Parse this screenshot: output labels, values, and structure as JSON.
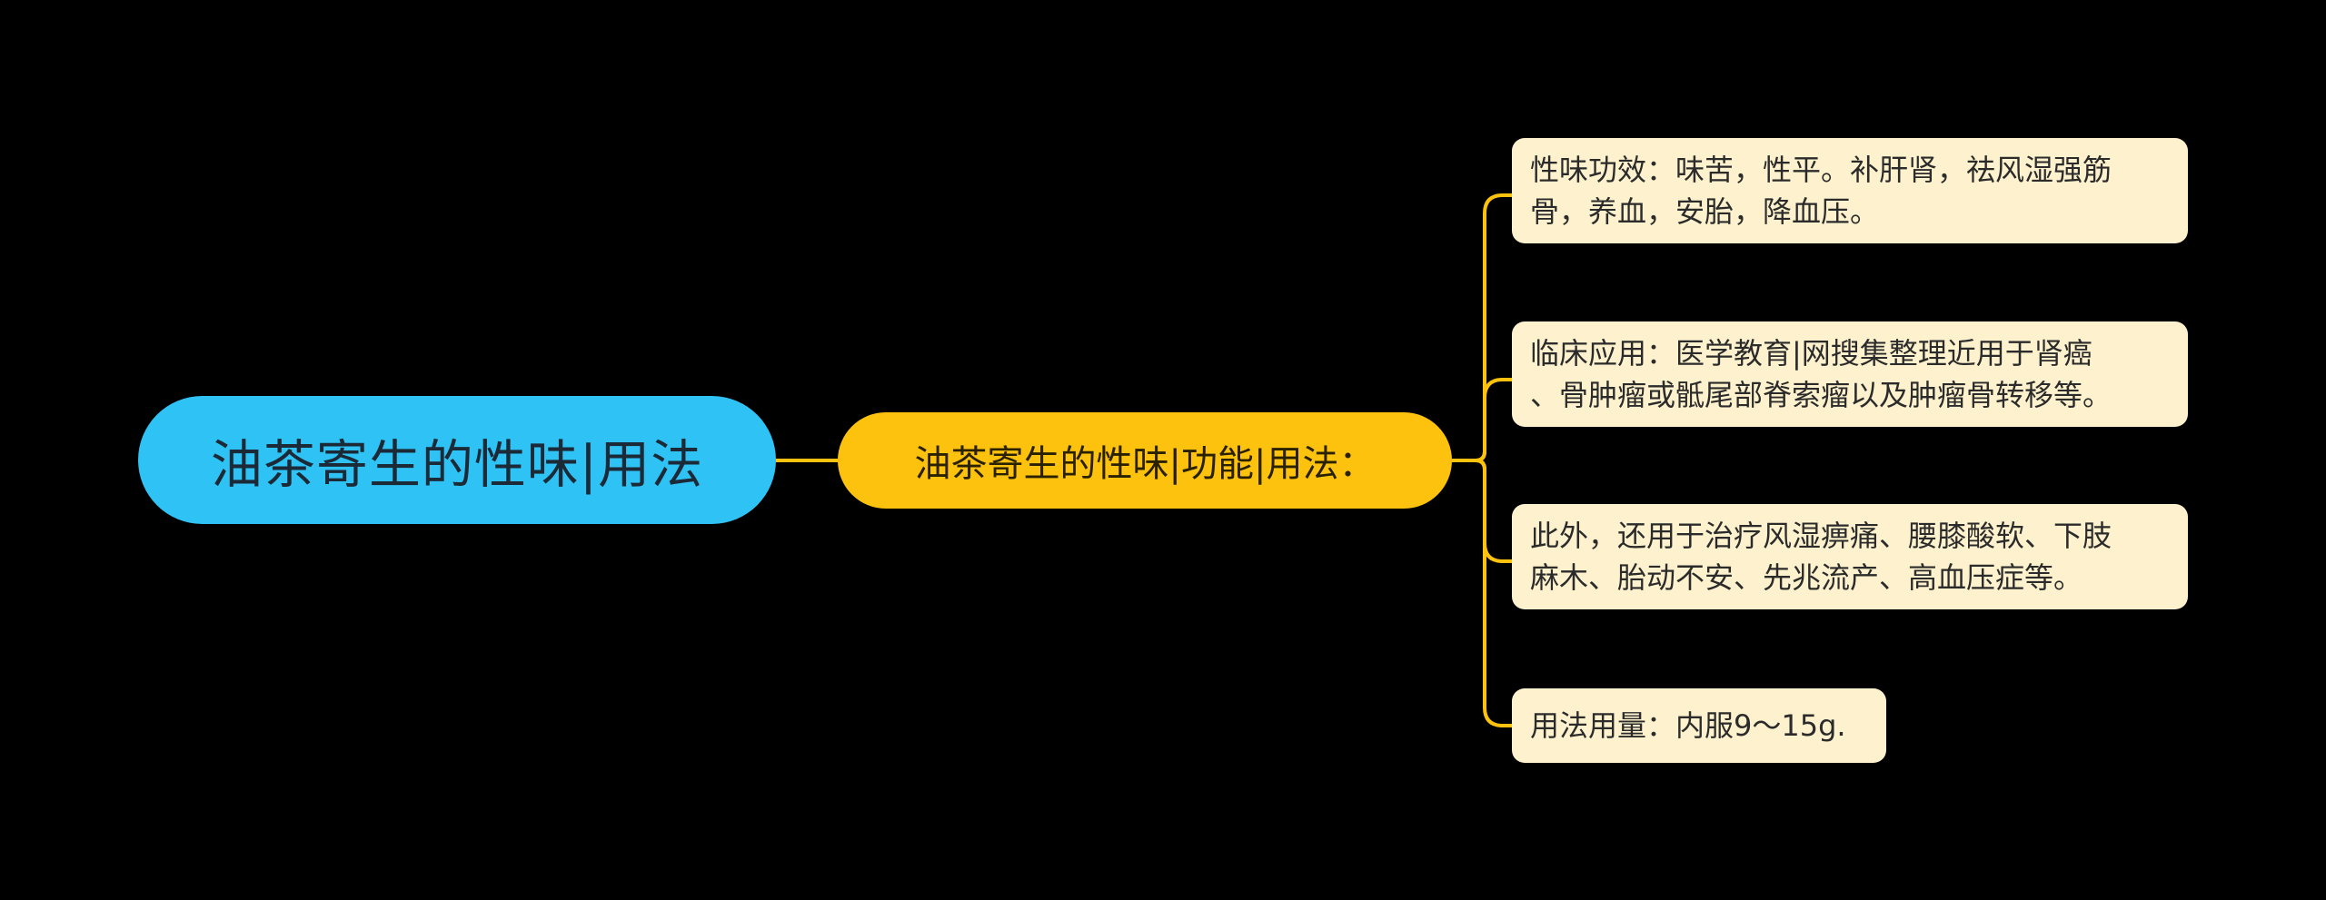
{
  "root": {
    "label": "油茶寄生的性味|用法"
  },
  "branch": {
    "label": "油茶寄生的性味|功能|用法："
  },
  "leaves": [
    {
      "line1": "性味功效：味苦，性平。补肝肾，祛风湿强筋",
      "line2": "骨，养血，安胎，降血压。"
    },
    {
      "line1": "临床应用：医学教育|网搜集整理近用于肾癌",
      "line2": "、骨肿瘤或骶尾部脊索瘤以及肿瘤骨转移等。"
    },
    {
      "line1": "此外，还用于治疗风湿痹痛、腰膝酸软、下肢",
      "line2": "麻木、胎动不安、先兆流产、高血压症等。"
    },
    {
      "line1": "用法用量：内服9～15g.",
      "line2": ""
    }
  ],
  "colors": {
    "background": "#000000",
    "root_fill": "#2fc3f5",
    "branch_fill": "#fdc20e",
    "leaf_fill": "#fdf2cd",
    "connector": "#fdc20e"
  }
}
